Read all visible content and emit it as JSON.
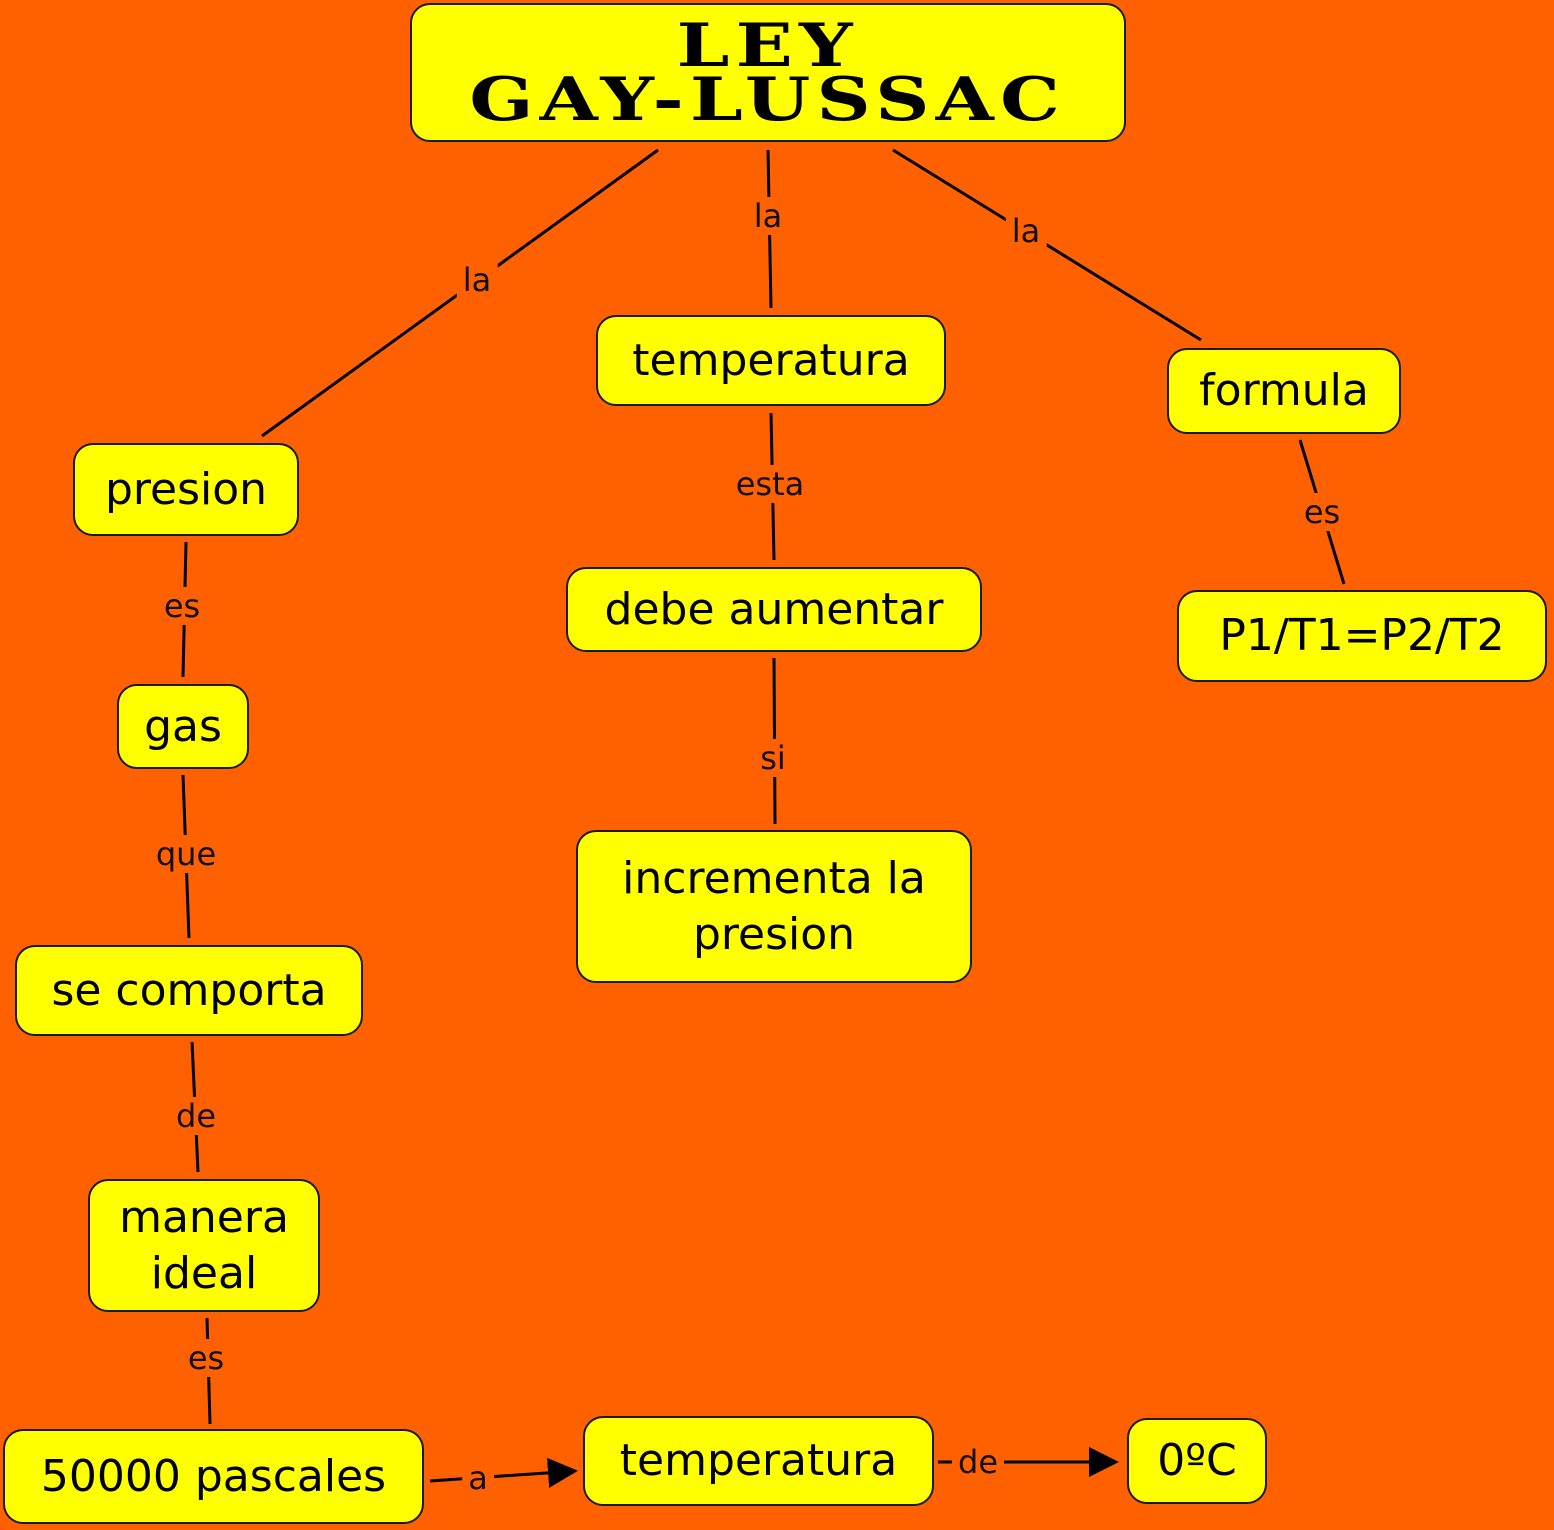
{
  "title": "LEY\nGAY-LUSSAC",
  "nodes": {
    "presion": "presion",
    "temperatura_top": "temperatura",
    "formula": "formula",
    "gas": "gas",
    "debe_aumentar": "debe aumentar",
    "formula_value": "P1/T1=P2/T2",
    "se_comporta": "se comporta",
    "incrementa": "incrementa la\npresion",
    "manera_ideal": "manera\nideal",
    "pascales": "50000 pascales",
    "temperatura_bottom": "temperatura",
    "cero": "0ºC"
  },
  "links": {
    "la_left": "la",
    "la_center": "la",
    "la_right": "la",
    "esta": "esta",
    "es_formula": "es",
    "es_presion": "es",
    "si": "si",
    "que": "que",
    "de_manera": "de",
    "es_pascales": "es",
    "a": "a",
    "de_cero": "de"
  },
  "colors": {
    "background": "#ff6000",
    "node_fill": "#ffff00",
    "line": "#000000"
  }
}
